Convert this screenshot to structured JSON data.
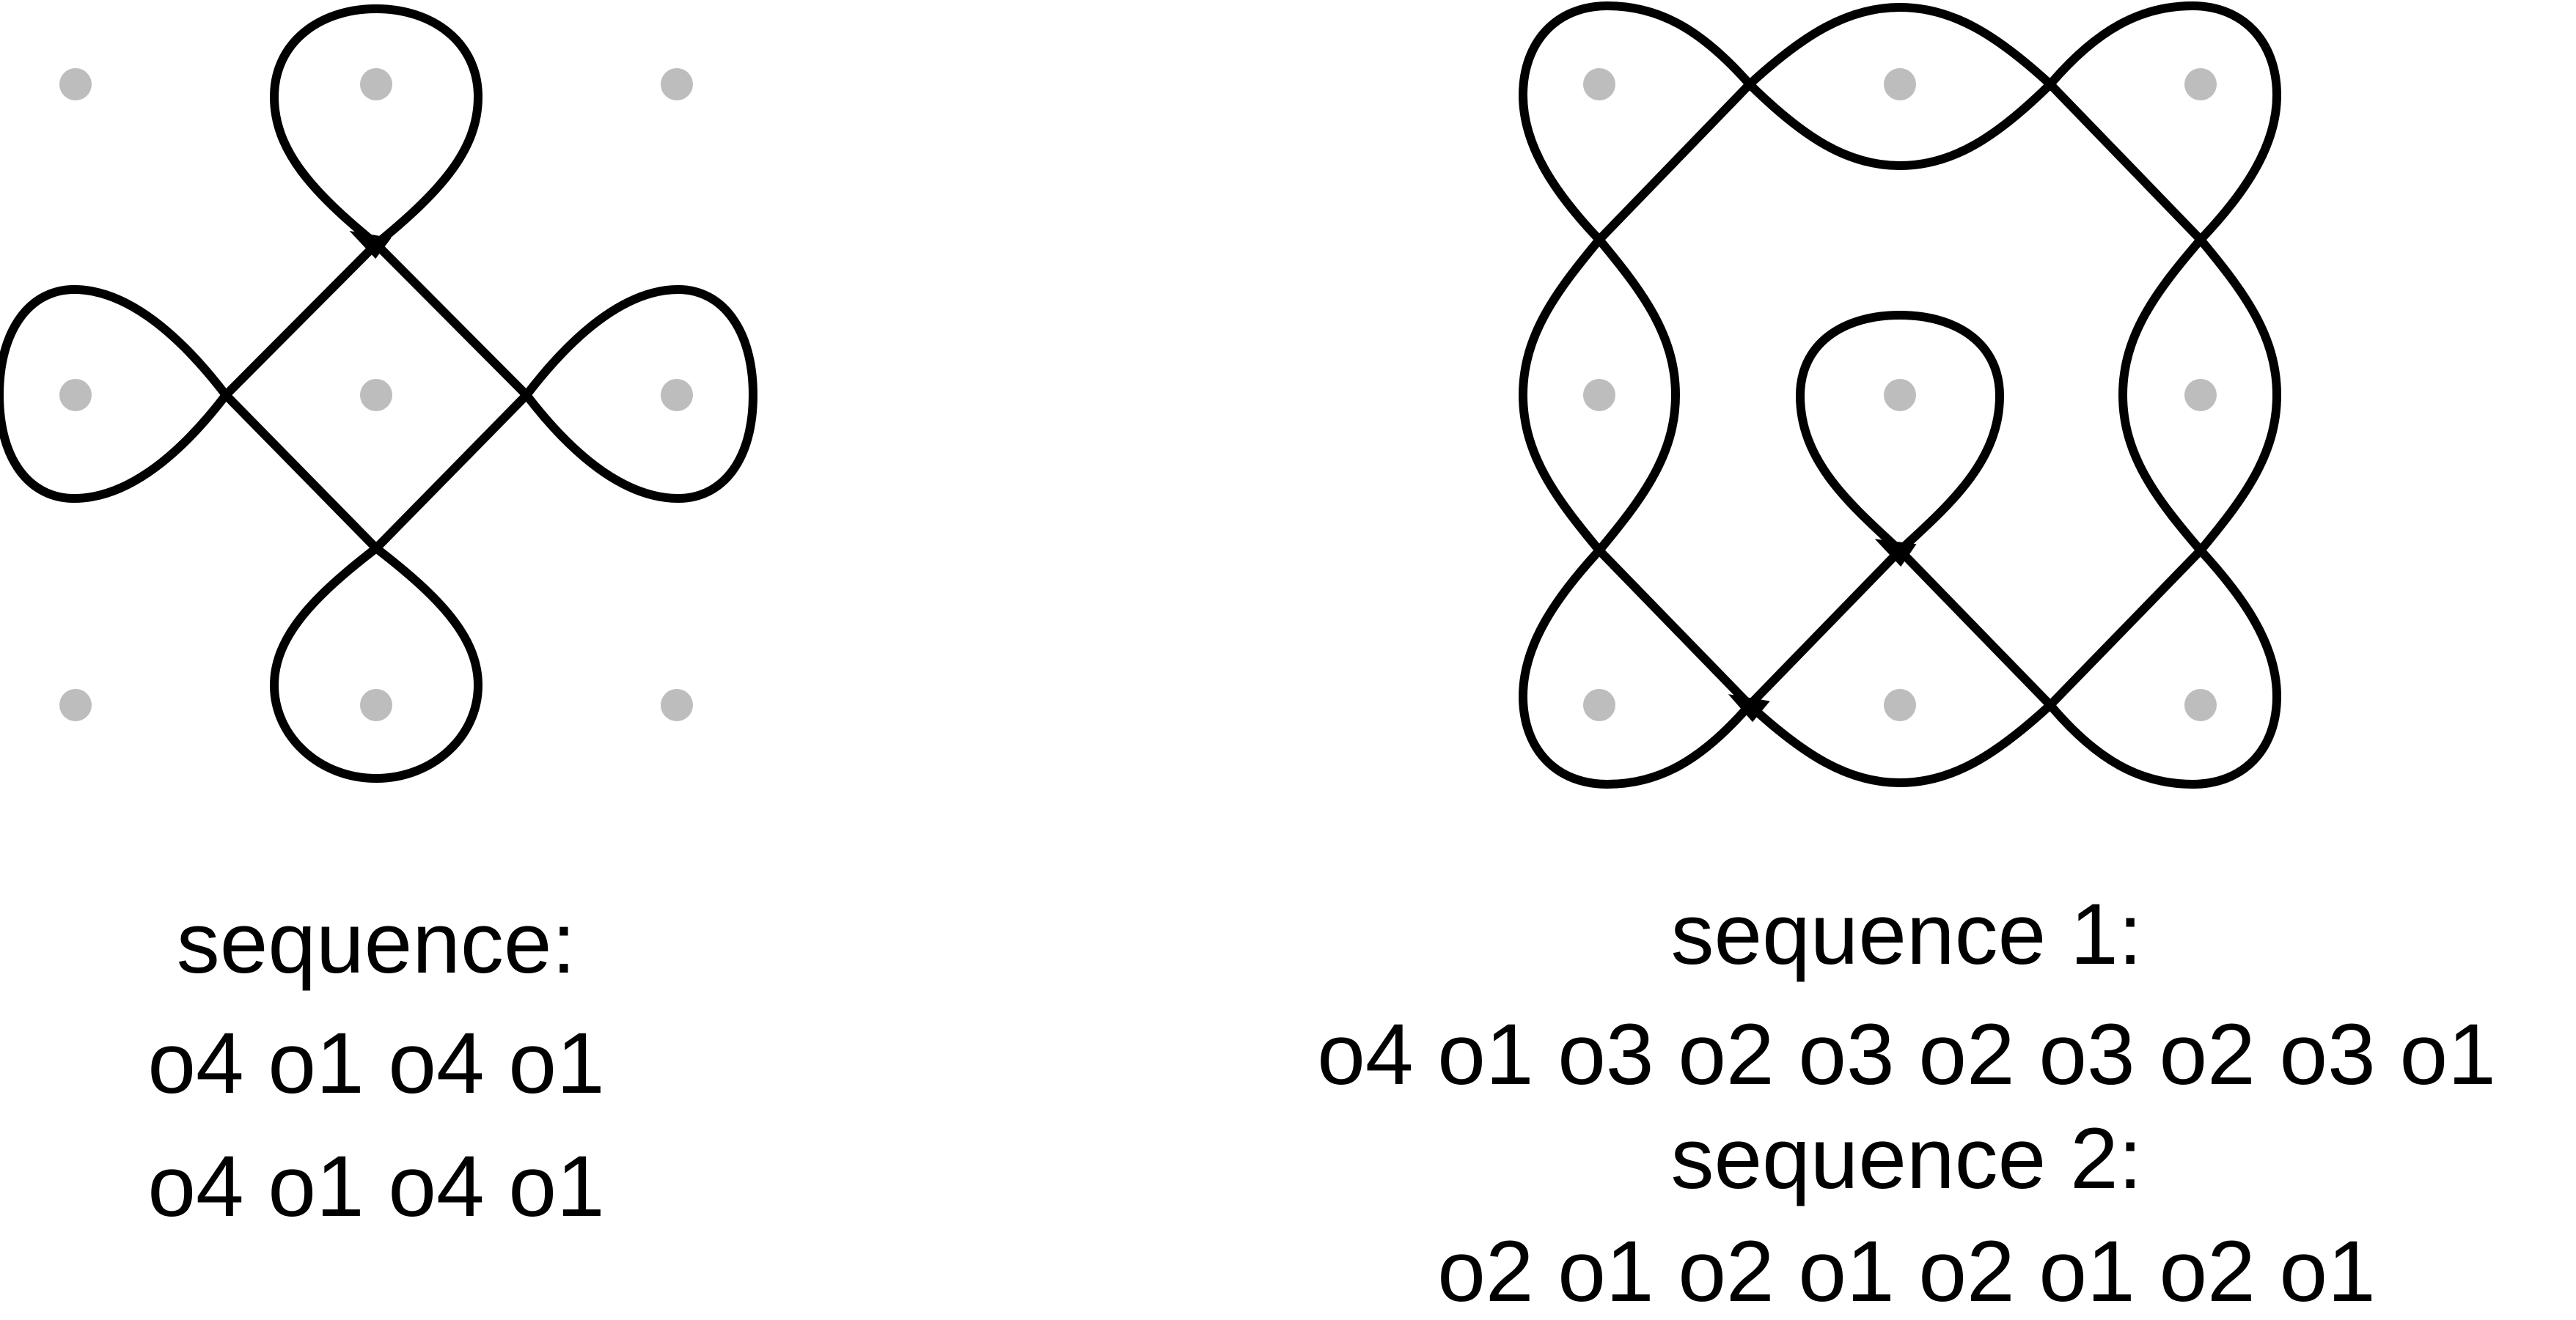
{
  "panels": [
    {
      "name": "left-kolam",
      "caption_title": "sequence:",
      "sequence_lines": [
        "o4 o1 o4 o1",
        "o4 o1 o4 o1"
      ]
    },
    {
      "name": "right-kolam",
      "sequence_1_title": "sequence 1:",
      "sequence_1": "o4 o1 o3 o2 o3 o2 o3 o2 o3 o1",
      "sequence_2_title": "sequence 2:",
      "sequence_2": "o2 o1 o2 o1 o2 o1 o2 o1"
    }
  ],
  "colors": {
    "stroke": "#000000",
    "dot": "#bdbdbd",
    "background": "#ffffff"
  }
}
